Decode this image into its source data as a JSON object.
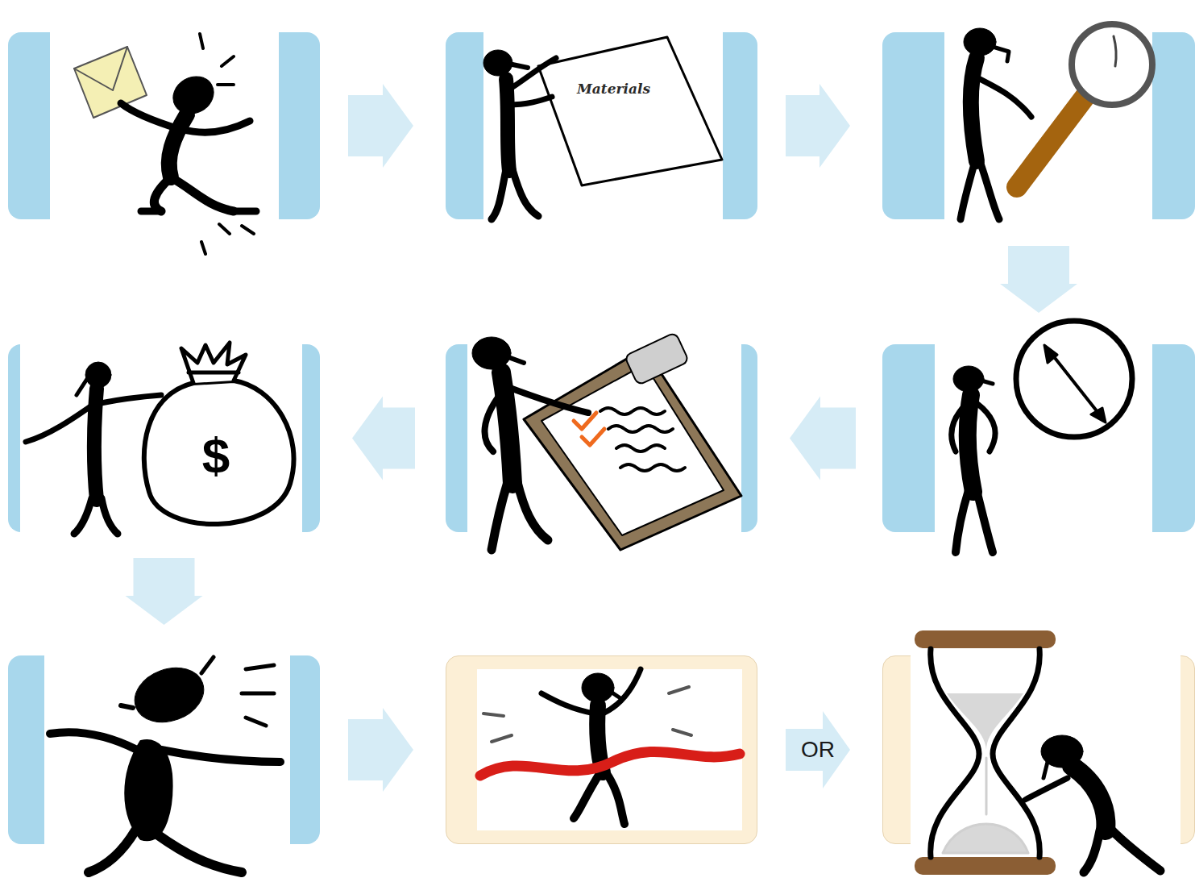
{
  "diagram": {
    "nodes": [
      {
        "text": []
      },
      {
        "text": [
          "Materials"
        ]
      },
      {
        "text": []
      },
      {
        "text": []
      },
      {
        "text": []
      },
      {
        "text": []
      },
      {
        "text": []
      },
      {
        "text": []
      },
      {
        "text": []
      }
    ],
    "edges": [
      {
        "from": 0,
        "to": 1,
        "arrow": "to"
      },
      {
        "from": 1,
        "to": 2,
        "arrow": "to"
      },
      {
        "from": 2,
        "to": 3,
        "arrow": "to"
      },
      {
        "from": 3,
        "to": 4,
        "arrow": "to"
      },
      {
        "from": 4,
        "to": 5,
        "arrow": "to"
      },
      {
        "from": 5,
        "to": 6,
        "arrow": "to"
      },
      {
        "from": 6,
        "to": 7,
        "arrow": "to"
      },
      {
        "from": 7,
        "to": 8,
        "label": "OR",
        "arrow": "to"
      }
    ],
    "labels": [
      "$"
    ]
  }
}
